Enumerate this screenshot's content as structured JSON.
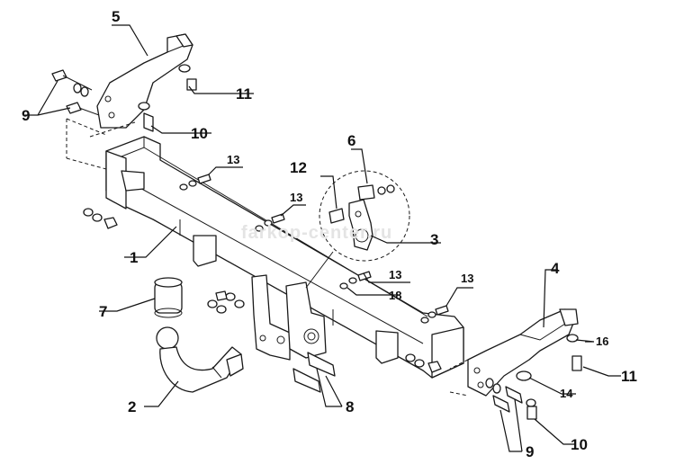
{
  "watermark": "farkop-center.ru",
  "labels": {
    "p1": "1",
    "p2": "2",
    "p3": "3",
    "p4": "4",
    "p5": "5",
    "p6": "6",
    "p7": "7",
    "p8": "8",
    "p9_left": "9",
    "p9_right": "9",
    "p10_left": "10",
    "p10_right": "10",
    "p11_left": "11",
    "p11_right": "11",
    "p12": "12",
    "p13_a": "13",
    "p13_b": "13",
    "p13_c": "13",
    "p13_d": "13",
    "p14": "14",
    "p16": "16",
    "p18": "18"
  }
}
